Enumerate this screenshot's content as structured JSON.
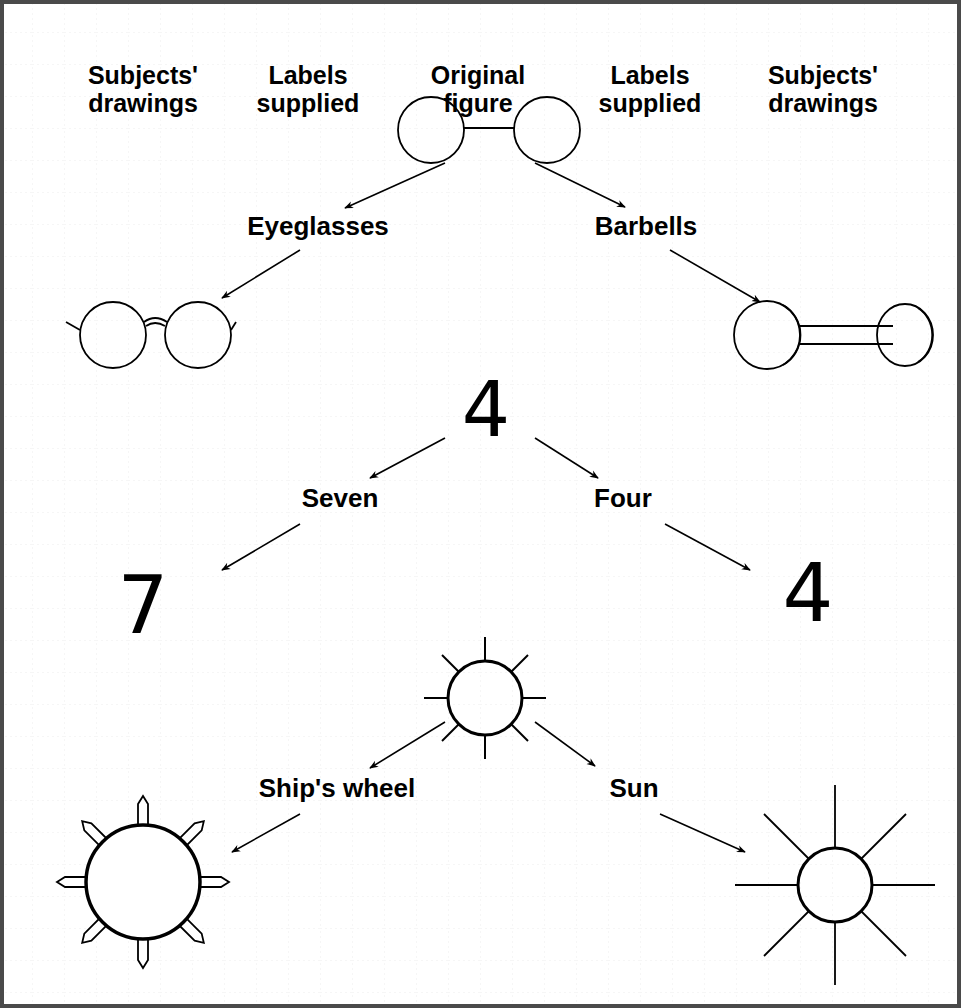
{
  "diagram": {
    "labels": [
      "Subjects' drawings",
      "Labels supplied",
      "Original figure",
      "Labels supplied",
      "Subjects' drawings",
      "Eyeglasses",
      "Barbells",
      "4",
      "Seven",
      "Four",
      "7",
      "4",
      "Ship's wheel",
      "Sun"
    ]
  }
}
